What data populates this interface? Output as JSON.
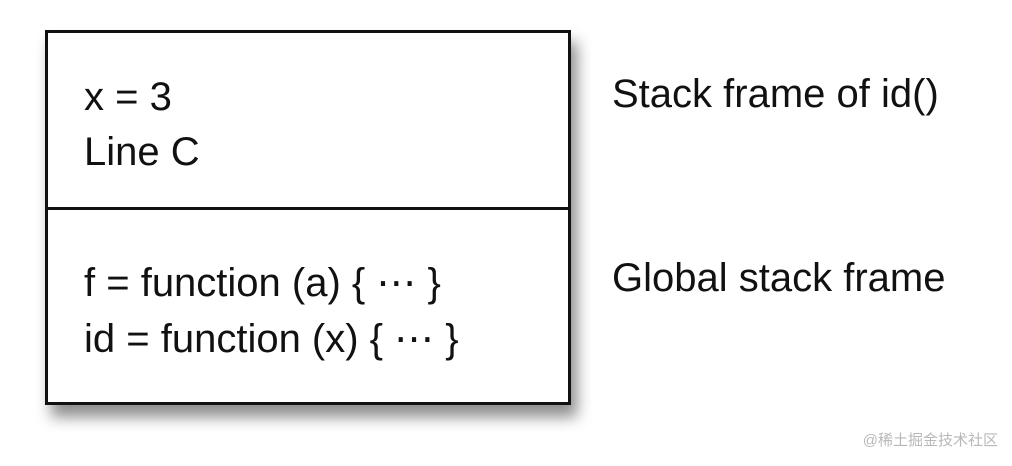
{
  "diagram": {
    "frames": [
      {
        "lines": [
          "x = 3",
          "Line C"
        ],
        "label": "Stack frame of id()"
      },
      {
        "lines": [
          "f = function (a) { ⋯ }",
          "id = function (x) { ⋯ }"
        ],
        "label": "Global stack frame"
      }
    ]
  },
  "watermark": "@稀土掘金技术社区"
}
